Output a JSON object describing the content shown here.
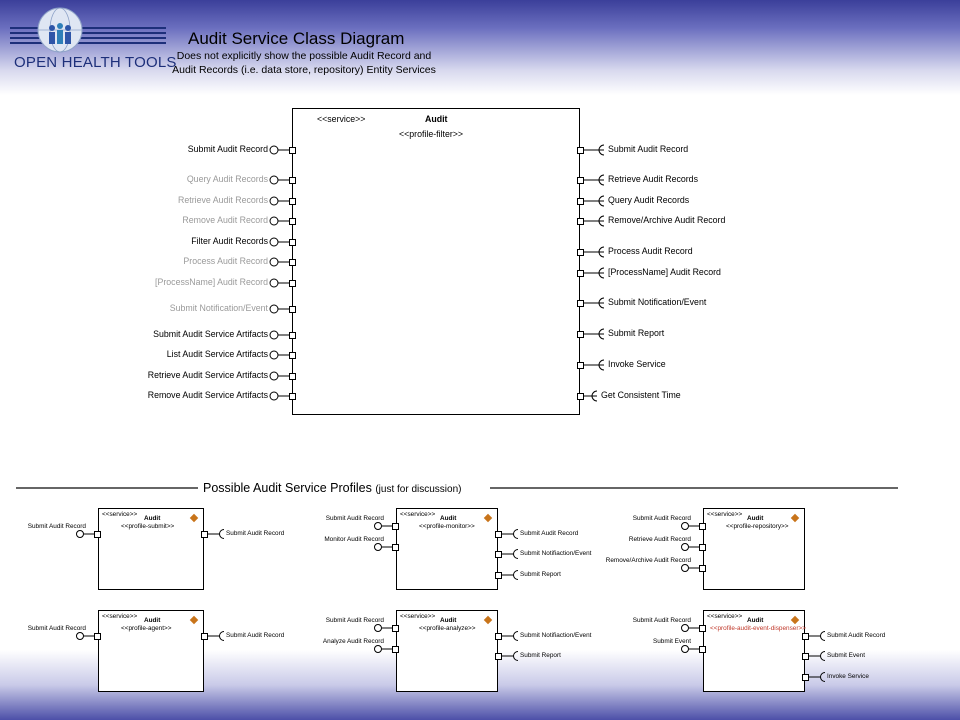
{
  "header": {
    "logo_text": "OPEN HEALTH TOOLS",
    "title": "Audit Service Class Diagram",
    "subtitle_line1": "Does not explicitly show the possible Audit Record and",
    "subtitle_line2": "Audit Records (i.e. data store, repository) Entity Services"
  },
  "main": {
    "stereotype": "<<service>>",
    "name": "Audit",
    "profile": "<<profile-filter>>",
    "left": [
      {
        "label": "Submit Audit Record",
        "dim": false
      },
      {
        "label": "Query Audit Records",
        "dim": true
      },
      {
        "label": "Retrieve Audit Records",
        "dim": true
      },
      {
        "label": "Remove Audit Record",
        "dim": true
      },
      {
        "label": "Filter Audit Records",
        "dim": false
      },
      {
        "label": "Process Audit Record",
        "dim": true
      },
      {
        "label": "[ProcessName] Audit Record",
        "dim": true
      },
      {
        "label": "Submit Notification/Event",
        "dim": true
      },
      {
        "label": "Submit Audit Service Artifacts",
        "dim": false
      },
      {
        "label": "List Audit Service Artifacts",
        "dim": false
      },
      {
        "label": "Retrieve Audit Service Artifacts",
        "dim": false
      },
      {
        "label": "Remove Audit Service Artifacts",
        "dim": false
      }
    ],
    "right": [
      {
        "label": "Submit Audit Record"
      },
      {
        "label": "Retrieve Audit Records"
      },
      {
        "label": "Query Audit Records"
      },
      {
        "label": "Remove/Archive Audit Record"
      },
      {
        "label": "Process Audit Record"
      },
      {
        "label": "[ProcessName] Audit Record"
      },
      {
        "label": "Submit Notification/Event"
      },
      {
        "label": "Submit Report"
      },
      {
        "label": "Invoke Service"
      },
      {
        "label": "Get Consistent Time"
      }
    ]
  },
  "profiles_section": {
    "title": "Possible Audit Service Profiles",
    "note": "(just for discussion)"
  },
  "profiles": [
    {
      "stereotype": "<<service>>",
      "name": "Audit",
      "profile": "<<profile-submit>>",
      "left": [
        "Submit Audit Record"
      ],
      "right": [
        "Submit Audit Record"
      ]
    },
    {
      "stereotype": "<<service>>",
      "name": "Audit",
      "profile": "<<profile-monitor>>",
      "left": [
        "Submit Audit Record",
        "Monitor Audit Record"
      ],
      "right": [
        "Submit Audit Record",
        "Submit Notifiaction/Event",
        "Submit Report"
      ]
    },
    {
      "stereotype": "<<service>>",
      "name": "Audit",
      "profile": "<<profile-repository>>",
      "left": [
        "Submit Audit Record",
        "Retrieve Audit Record",
        "Remove/Archive Audit Record"
      ],
      "right": []
    },
    {
      "stereotype": "<<service>>",
      "name": "Audit",
      "profile": "<<profile-agent>>",
      "left": [
        "Submit Audit Record"
      ],
      "right": [
        "Submit Audit Record"
      ]
    },
    {
      "stereotype": "<<service>>",
      "name": "Audit",
      "profile": "<<profile-analyze>>",
      "left": [
        "Submit Audit Record",
        "Analyze Audit Record"
      ],
      "right": [
        "Submit Notifiaction/Event",
        "Submit Report"
      ]
    },
    {
      "stereotype": "<<service>>",
      "name": "Audit",
      "profile": "<<profile-audit-event-dispenser>>",
      "left": [
        "Submit Audit Record",
        "Submit Event"
      ],
      "right": [
        "Submit Audit Record",
        "Submit Event",
        "Invoke Service"
      ]
    }
  ],
  "colors": {
    "dim_text": "#9a9a9a",
    "diamond": "#c8741a",
    "profile_red": "#c0392b",
    "logo_blue": "#1d2f7a"
  }
}
